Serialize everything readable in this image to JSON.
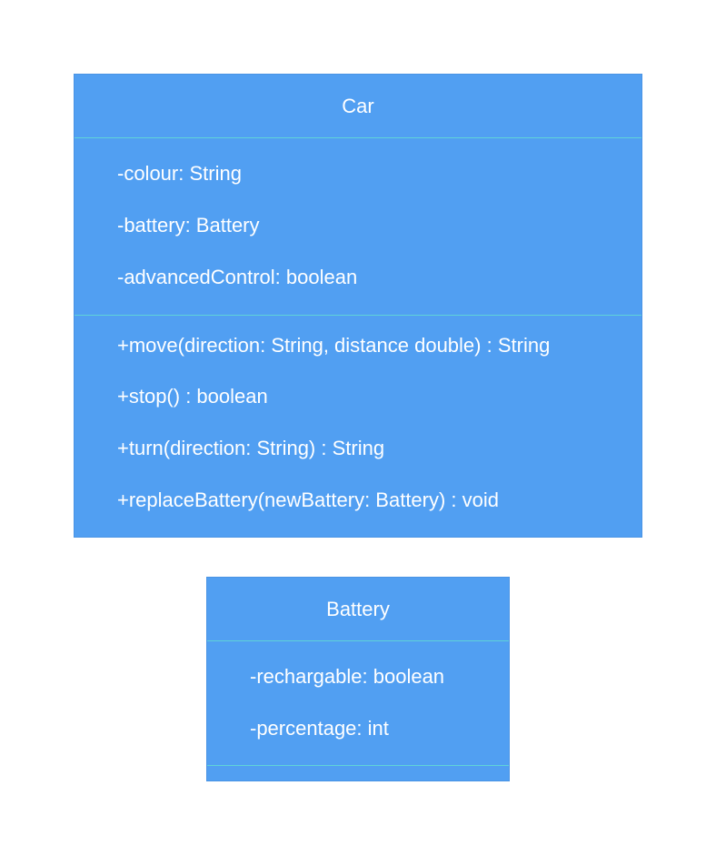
{
  "car": {
    "name": "Car",
    "attributes": [
      "-colour: String",
      "-battery: Battery",
      "-advancedControl: boolean"
    ],
    "methods": [
      "+move(direction: String, distance double) : String",
      "+stop() : boolean",
      "+turn(direction: String) : String",
      "+replaceBattery(newBattery: Battery) : void"
    ]
  },
  "battery": {
    "name": "Battery",
    "attributes": [
      "-rechargable: boolean",
      "-percentage: int"
    ],
    "methods": []
  },
  "colors": {
    "class_fill": "#519ff2",
    "divider": "#5fd3d8",
    "text": "#ffffff"
  }
}
